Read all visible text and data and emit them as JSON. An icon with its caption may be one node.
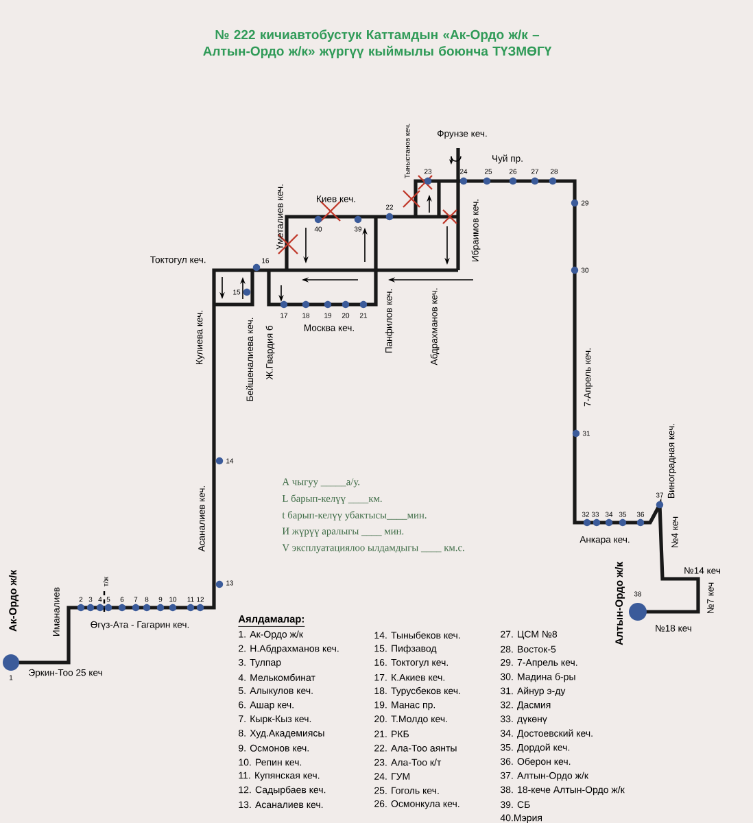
{
  "diagram": {
    "title": "№ 222 кичиавтобустук Каттамдын «Ак-Ордо ж/к – Алтын-Ордо ж/к» жүргүү кыймылы боюнча ТҮЗМӨГҮ",
    "labels": [
      "Фрунзе кеч.",
      "Чуй пр.",
      "Тыныстанов кеч.",
      "23",
      "24",
      "25",
      "26",
      "27",
      "28",
      "Киев кеч.",
      "22",
      "Үметалиев кеч.",
      "Ибраимов кеч.",
      "29",
      "40",
      "39",
      "Токтогул кеч.",
      "16",
      "Панфилов кеч.",
      "Абдрахманов кеч.",
      "30",
      "15",
      "17",
      "18",
      "19",
      "20",
      "21",
      "Кулиева кеч.",
      "Бейшеналиева кеч.",
      "Ж.Гвардия б",
      "Москва кеч.",
      "7-Апрель кеч.",
      "31",
      "14",
      "Асаналиев кеч.",
      "Виноградная кеч.",
      "37",
      "32",
      "33",
      "34",
      "35",
      "36",
      "Анкара кеч.",
      "№4 кеч",
      "Ак-Ордо ж/к",
      "Иманалиев",
      "т/ж",
      "13",
      "№14 кеч",
      "Алтын-Ордо ж/к",
      "№7 кеч",
      "38",
      "2",
      "3",
      "4",
      "5",
      "6",
      "7",
      "8",
      "9",
      "10",
      "11",
      "12",
      "Өгүз-Ата - Гагарин кеч.",
      "№18 кеч",
      "1",
      "Эркин-Тоо 25 кеч",
      "А чыгуу _____а/у.",
      "L барып-келүү ____км.",
      "t барып-келүү убактысы____мин.",
      "И жүрүү аралыгы ____ мин.",
      "V эксплуатациялоо ылдамдыгы ____ км.с.",
      "Аялдамалар:",
      "1. Ак-Ордо ж/к",
      "2. Н.Абдрахманов кеч.",
      "3. Тулпар",
      "4. Мелькомбинат",
      "5. Алыкулов кеч.",
      "6. Ашар кеч.",
      "7. Кырк-Кыз кеч.",
      "8. Худ.Академиясы",
      "9. Осмонов кеч.",
      "10. Репин кеч.",
      "11. Купянская кеч.",
      "12. Садырбаев кеч.",
      "13. Асаналиев кеч.",
      "14. Тыныбеков кеч.",
      "15. Пифзавод",
      "16. Токтогул кеч.",
      "17. К.Акиев кеч.",
      "18. Турусбеков кеч.",
      "19. Манас пр.",
      "20. Т.Молдо кеч.",
      "21. РКБ",
      "22. Ала-Тоо аянты",
      "23. Ала-Тоо к/т",
      "24. ГУМ",
      "25. Гоголь кеч.",
      "26. Осмонкула кеч.",
      "27. ЦСМ №8",
      "28. Восток-5",
      "29. 7-Апрель кеч.",
      "30. Мадина б-ры",
      "31. Айнур э-ду",
      "32. Дасмия",
      "33. дүкөнү",
      "34. Достоевский кеч.",
      "35. Дордой кеч.",
      "36. Оберон кеч.",
      "37. Алтын-Ордо ж/к",
      "38. 18-кече Алтын-Ордо ж/к",
      "39. СБ",
      "40.Мэрия"
    ]
  }
}
